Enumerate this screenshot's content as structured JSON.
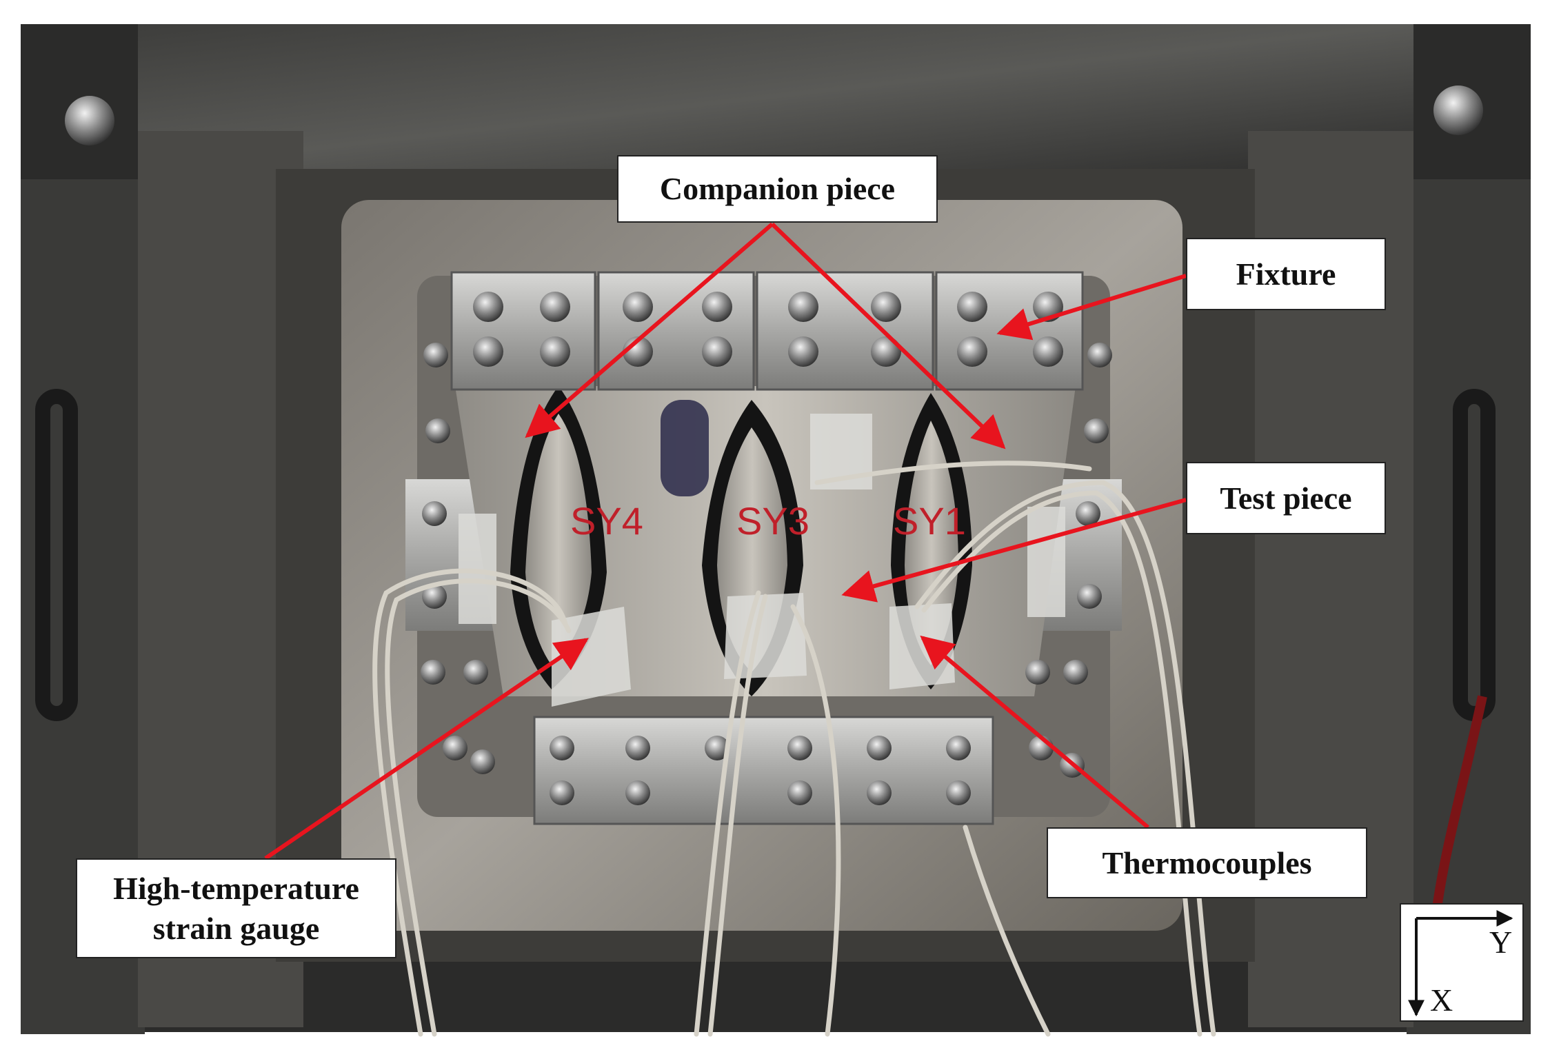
{
  "labels": {
    "companion": "Companion piece",
    "fixture": "Fixture",
    "test_piece": "Test piece",
    "gauge_line1": "High-temperature",
    "gauge_line2": "strain gauge",
    "thermocouples": "Thermocouples"
  },
  "specimen_marks": [
    "SY4",
    "SY3",
    "SY1"
  ],
  "axes": {
    "y": "Y",
    "x": "X"
  },
  "colors": {
    "arrow": "#e8141e",
    "chamber_dark": "#2a2a2a",
    "steel": "#9a9a9a",
    "plate": "#b9b5ad",
    "marker": "#c0202a"
  }
}
